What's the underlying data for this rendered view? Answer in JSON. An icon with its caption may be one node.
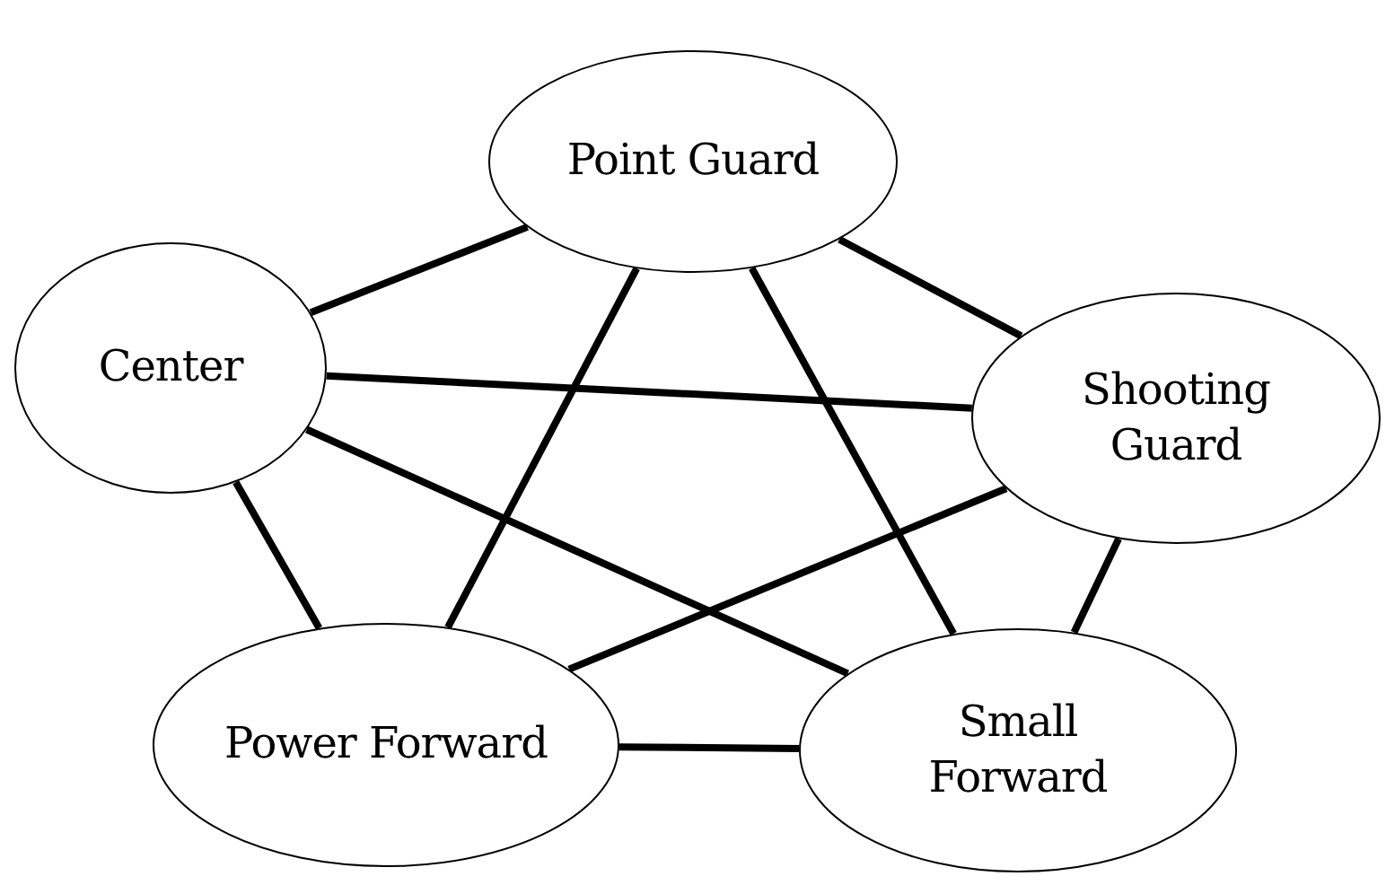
{
  "diagram": {
    "nodes": [
      {
        "text": [
          "Point Guard"
        ]
      },
      {
        "text": [
          "Center"
        ]
      },
      {
        "text": [
          "Shooting Guard"
        ]
      },
      {
        "text": [
          "Power Forward"
        ]
      },
      {
        "text": [
          "Small Forward"
        ]
      }
    ],
    "edges": [
      {
        "from": 0,
        "to": 1,
        "arrow": "none"
      },
      {
        "from": 0,
        "to": 2,
        "arrow": "none"
      },
      {
        "from": 0,
        "to": 3,
        "arrow": "none"
      },
      {
        "from": 0,
        "to": 4,
        "arrow": "none"
      },
      {
        "from": 1,
        "to": 2,
        "arrow": "none"
      },
      {
        "from": 1,
        "to": 3,
        "arrow": "none"
      },
      {
        "from": 1,
        "to": 4,
        "arrow": "none"
      },
      {
        "from": 2,
        "to": 3,
        "arrow": "none"
      },
      {
        "from": 2,
        "to": 4,
        "arrow": "none"
      },
      {
        "from": 3,
        "to": 4,
        "arrow": "none"
      }
    ]
  }
}
